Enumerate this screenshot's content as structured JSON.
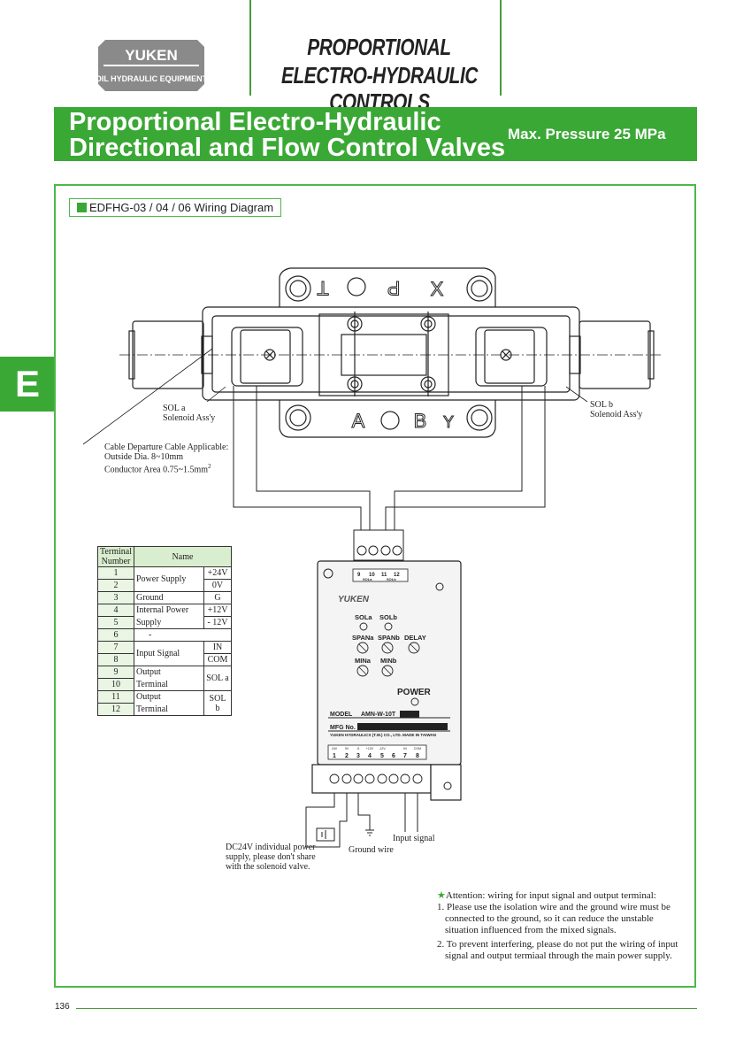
{
  "header": {
    "logo_name": "YUKEN",
    "logo_sub": "OIL HYDRAULIC EQUIPMENT",
    "category_line1": "PROPORTIONAL",
    "category_line2": "ELECTRO-HYDRAULIC CONTROLS"
  },
  "banner": {
    "title_line1": "Proportional Electro-Hydraulic",
    "title_line2": "Directional and Flow Control Valves",
    "pressure": "Max. Pressure 25 MPa"
  },
  "side_tab": "E",
  "section_label": "EDFHG-03 / 04 / 06  Wiring Diagram",
  "valve": {
    "port_letters_top": [
      "T",
      "P",
      "X"
    ],
    "port_letters_bottom": [
      "A",
      "B",
      "Y"
    ],
    "sol_a_line1": "SOL a",
    "sol_a_line2": "Solenoid Ass'y",
    "sol_b_line1": "SOL b",
    "sol_b_line2": "Solenoid Ass'y",
    "cable_line1": "Cable Departure Cable Applicable:",
    "cable_line2": "Outside Dia.  8~10mm",
    "cable_line3": "Conductor Area  0.75~1.5mm",
    "cable_sup": "2"
  },
  "terminal_table": {
    "header_number": "Terminal Number",
    "header_name": "Name",
    "rows": [
      {
        "num": "1",
        "name": "Power  Supply",
        "val": "+24V"
      },
      {
        "num": "2",
        "val": "0V"
      },
      {
        "num": "3",
        "name": "Ground",
        "val": "G"
      },
      {
        "num": "4",
        "name": "Internal Power",
        "val": "+12V"
      },
      {
        "num": "5",
        "name": "Supply",
        "val": "- 12V"
      },
      {
        "num": "6",
        "name": "-"
      },
      {
        "num": "7",
        "name": "Input Signal",
        "val": "IN"
      },
      {
        "num": "8",
        "val": "COM"
      },
      {
        "num": "9",
        "name": "Output",
        "val": "SOL a"
      },
      {
        "num": "10",
        "name": "Terminal"
      },
      {
        "num": "11",
        "name": "Output",
        "val": "SOL b"
      },
      {
        "num": "12",
        "name": "Terminal"
      }
    ]
  },
  "amp": {
    "top_terms": [
      "9",
      "10",
      "11",
      "12"
    ],
    "top_groups": [
      "SOLa",
      "SOLb"
    ],
    "brand": "YUKEN",
    "sol_a": "SOLa",
    "sol_b": "SOLb",
    "span_a": "SPANa",
    "span_b": "SPANb",
    "delay": "DELAY",
    "min_a": "MINa",
    "min_b": "MINb",
    "power": "POWER",
    "model_label": "MODEL",
    "model_value": "AMN-W-10T",
    "mfg_label": "MFG No.",
    "maker": "YUKEN HYDRAULICS (T.W.) CO., LTD.   MADE IN TAIWAN",
    "bottom_terms": [
      "1",
      "2",
      "3",
      "4",
      "5",
      "6",
      "7",
      "8"
    ],
    "bottom_labels": [
      "24V",
      "0V",
      "G",
      "+12V",
      "-12V",
      "",
      "IN",
      "COM"
    ]
  },
  "wiring": {
    "dc_line1": "DC24V individual power",
    "dc_line2": "supply, please don't share",
    "dc_line3": "with the solenoid valve.",
    "ground_wire": "Ground wire",
    "input_signal": "Input signal"
  },
  "attention": {
    "title": "Attention: wiring for input signal and output terminal:",
    "item1_line1": "1. Please use the isolation wire and the ground wire must be",
    "item1_line2": "connected to the ground, so it can reduce the unstable",
    "item1_line3": "situation influenced from the mixed signals.",
    "item2_line1": "2. To prevent interfering, please do not put the wiring of  input",
    "item2_line2": "signal and output termiaal through the main power supply."
  },
  "page_number": "136"
}
